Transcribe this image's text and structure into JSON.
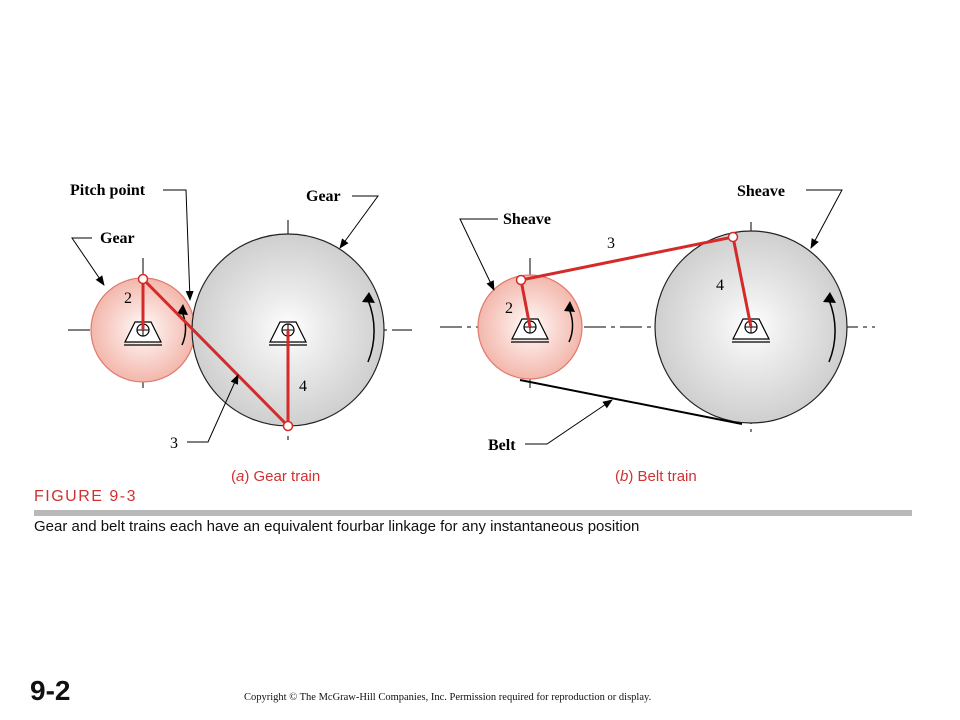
{
  "labels": {
    "pitch_point": "Pitch point",
    "gear_left": "Gear",
    "gear_right": "Gear",
    "sheave_left": "Sheave",
    "sheave_right": "Sheave",
    "belt": "Belt",
    "a_link2": "2",
    "a_link3": "3",
    "a_link4": "4",
    "b_link2": "2",
    "b_link3": "3",
    "b_link4": "4"
  },
  "captions": {
    "a_letter": "a",
    "a_text": "Gear train",
    "b_letter": "b",
    "b_text": "Belt train"
  },
  "figure": {
    "title": "FIGURE 9-3",
    "description": "Gear and belt trains each have an equivalent fourbar linkage for any instantaneous position"
  },
  "footer": {
    "page_number": "9-2",
    "copyright": "Copyright © The McGraw-Hill Companies, Inc. Permission required for reproduction or display."
  },
  "colors": {
    "link_red": "#d42a2a",
    "small_circle_fill": "#f6c5bd",
    "large_circle_fill": "#d4d4d4",
    "caption_red": "#d23030"
  }
}
